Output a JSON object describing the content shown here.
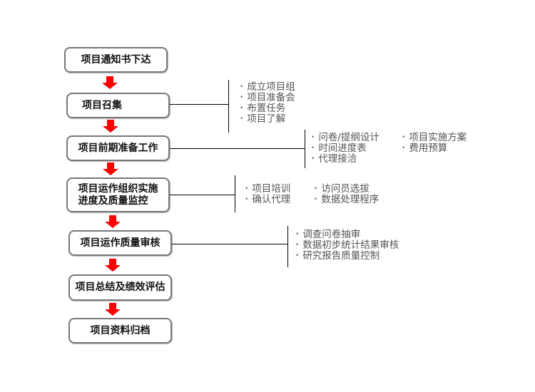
{
  "steps": [
    {
      "label": "项目通知书下达"
    },
    {
      "label": "项目召集"
    },
    {
      "label": "项目前期准备工作"
    },
    {
      "label": "项目运作组织实施\n进度及质量监控",
      "line1": "项目运作组织实施",
      "line2": "进度及质量监控"
    },
    {
      "label": "项目运作质量审核"
    },
    {
      "label": "项目总结及绩效评估"
    },
    {
      "label": "项目资料归档"
    }
  ],
  "details": {
    "convene": [
      "成立项目组",
      "项目准备会",
      "布置任务",
      "项目了解"
    ],
    "prep": [
      "问卷/提纲设计",
      "时间进度表",
      "代理接洽",
      "项目实施方案",
      "费用预算"
    ],
    "execution": [
      "项目培训",
      "确认代理",
      "访问员选拔",
      "数据处理程序"
    ],
    "audit": [
      "调查问卷抽审",
      "数据初步统计结果审核",
      "研究报告质量控制"
    ]
  },
  "colors": {
    "arrow": "#ff0000",
    "box_border": "#777777",
    "detail_text": "#555555"
  }
}
